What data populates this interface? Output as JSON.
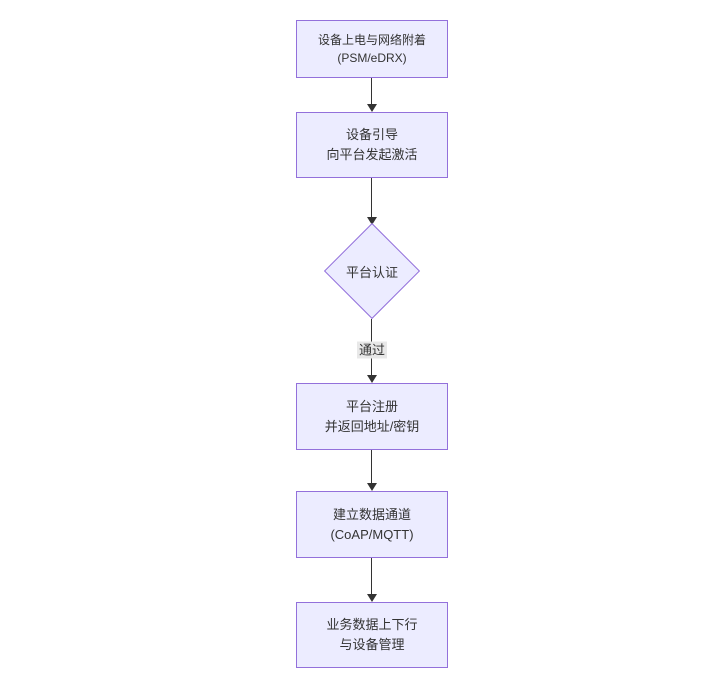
{
  "diagram": {
    "type": "flowchart",
    "direction": "top-down",
    "colors": {
      "canvas_bg": "#ffffff",
      "node_fill": "#ECECFF",
      "node_border": "#9370DB",
      "text": "#333333",
      "edge": "#333333",
      "edge_label_bg": "#e8e8e8"
    },
    "nodes": [
      {
        "shape": "rect",
        "lines": [
          "设备上电与网络附着",
          "(PSM/eDRX)"
        ]
      },
      {
        "shape": "rect",
        "lines": [
          "设备引导",
          "向平台发起激活"
        ]
      },
      {
        "shape": "diamond",
        "lines": [
          "平台认证"
        ]
      },
      {
        "shape": "rect",
        "lines": [
          "平台注册",
          "并返回地址/密钥"
        ]
      },
      {
        "shape": "rect",
        "lines": [
          "建立数据通道",
          "(CoAP/MQTT)"
        ]
      },
      {
        "shape": "rect",
        "lines": [
          "业务数据上下行",
          "与设备管理"
        ]
      }
    ],
    "edges": [
      {
        "from": "设备上电与网络附着",
        "to": "设备引导",
        "label": ""
      },
      {
        "from": "设备引导",
        "to": "平台认证",
        "label": ""
      },
      {
        "from": "平台认证",
        "to": "平台注册",
        "label": "通过"
      },
      {
        "from": "平台注册",
        "to": "建立数据通道",
        "label": ""
      },
      {
        "from": "建立数据通道",
        "to": "业务数据上下行",
        "label": ""
      }
    ]
  }
}
